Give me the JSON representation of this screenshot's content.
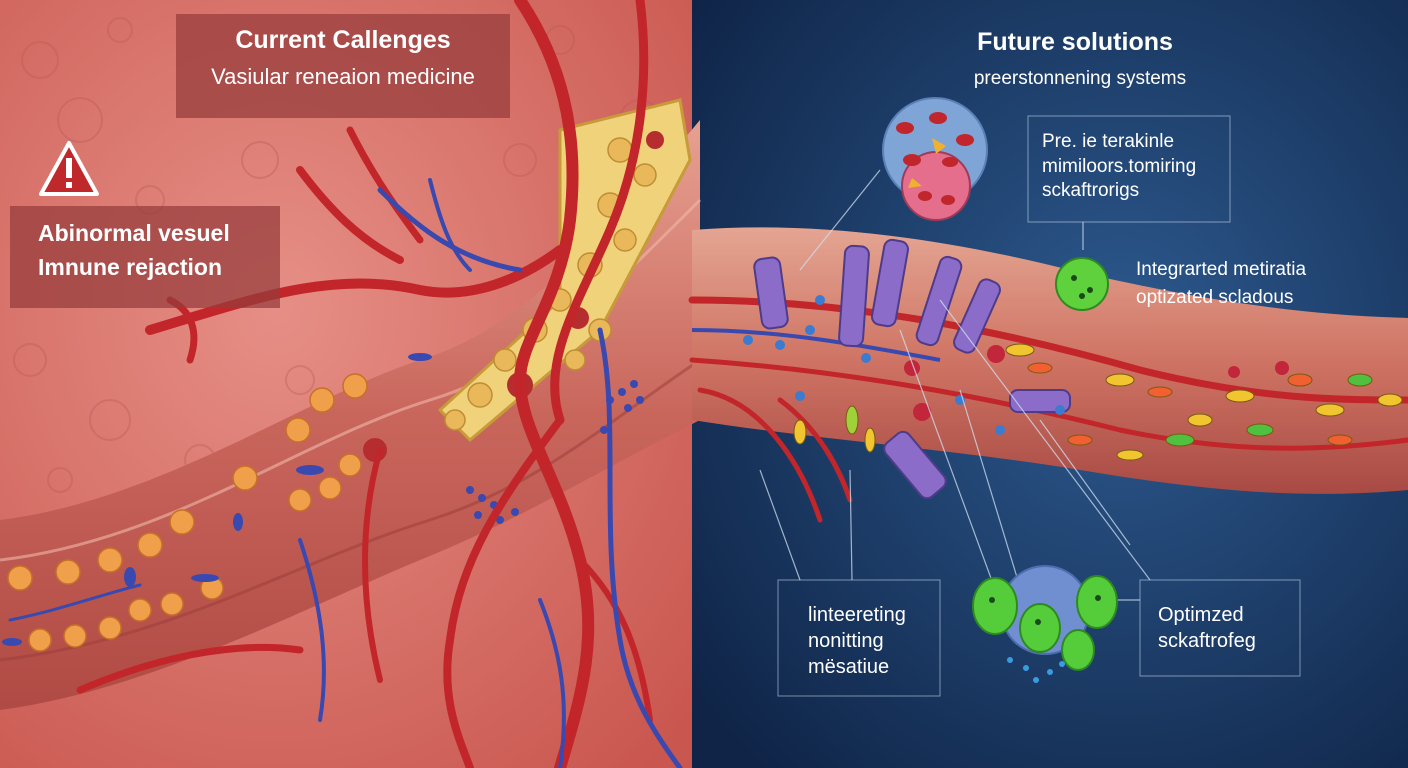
{
  "left_panel": {
    "title": "Current Callenges",
    "subtitle": "Vasiular reneaion medicine",
    "warning_line1": "Abinormal vesuel",
    "warning_line2": "Imnune rejaction"
  },
  "right_panel": {
    "title": "Future solutions",
    "subtitle": "preerstonnening systems",
    "callout_top_line1": "Pre. ie terakinle",
    "callout_top_line2": "mimiloors.tomiring",
    "callout_top_line3": "sckaftrorigs",
    "callout_mid_line1": "Integrarted metiratia",
    "callout_mid_line2": "optizated scladous",
    "callout_bl_line1": "linteereting",
    "callout_bl_line2": "nonitting",
    "callout_bl_line3": "mësatiue",
    "callout_br_line1": "Optimzed",
    "callout_br_line2": "sckaftrofeg"
  },
  "colors": {
    "left_bg": "#d9736c",
    "right_bg": "#1b3a66",
    "vessel_red": "#c2262a",
    "vein_blue": "#3a49b0",
    "warning_red": "#c0292b"
  }
}
